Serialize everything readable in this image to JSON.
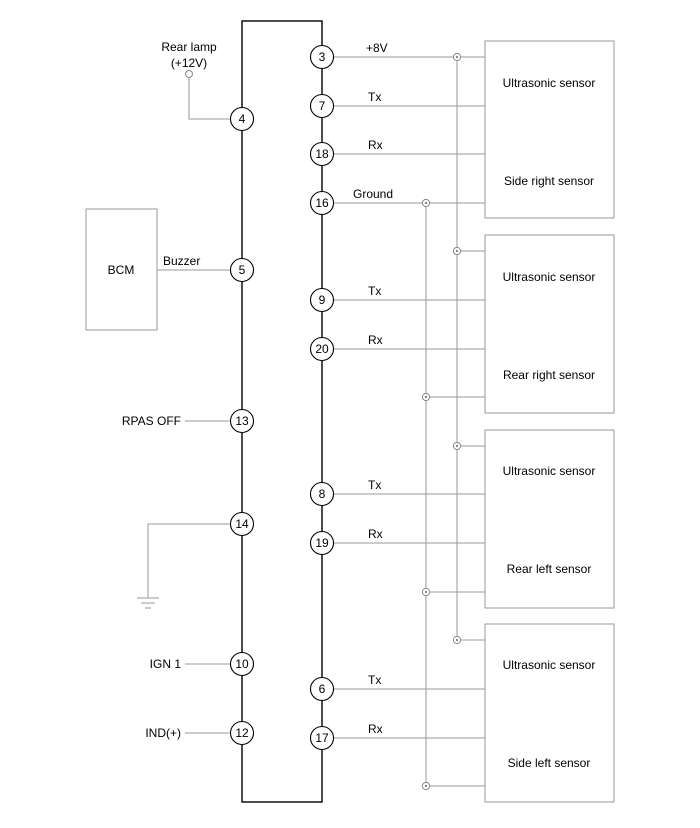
{
  "unit": {
    "pins_left": [
      {
        "pin": "4",
        "label": ""
      },
      {
        "pin": "5",
        "label": "Buzzer"
      },
      {
        "pin": "13",
        "label": "RPAS OFF"
      },
      {
        "pin": "14",
        "label": ""
      },
      {
        "pin": "10",
        "label": "IGN 1"
      },
      {
        "pin": "12",
        "label": "IND(+)"
      }
    ],
    "pins_right": [
      {
        "pin": "3",
        "label": "+8V"
      },
      {
        "pin": "7",
        "label": "Tx"
      },
      {
        "pin": "18",
        "label": "Rx"
      },
      {
        "pin": "16",
        "label": "Ground"
      },
      {
        "pin": "9",
        "label": "Tx"
      },
      {
        "pin": "20",
        "label": "Rx"
      },
      {
        "pin": "8",
        "label": "Tx"
      },
      {
        "pin": "19",
        "label": "Rx"
      },
      {
        "pin": "6",
        "label": "Tx"
      },
      {
        "pin": "17",
        "label": "Rx"
      }
    ]
  },
  "rear_lamp": {
    "line1": "Rear lamp",
    "line2": "(+12V)"
  },
  "bcm": {
    "label": "BCM"
  },
  "sensors": [
    {
      "top": "Ultrasonic sensor",
      "bottom": "Side right sensor"
    },
    {
      "top": "Ultrasonic sensor",
      "bottom": "Rear right sensor"
    },
    {
      "top": "Ultrasonic sensor",
      "bottom": "Rear left sensor"
    },
    {
      "top": "Ultrasonic sensor",
      "bottom": "Side left sensor"
    }
  ]
}
